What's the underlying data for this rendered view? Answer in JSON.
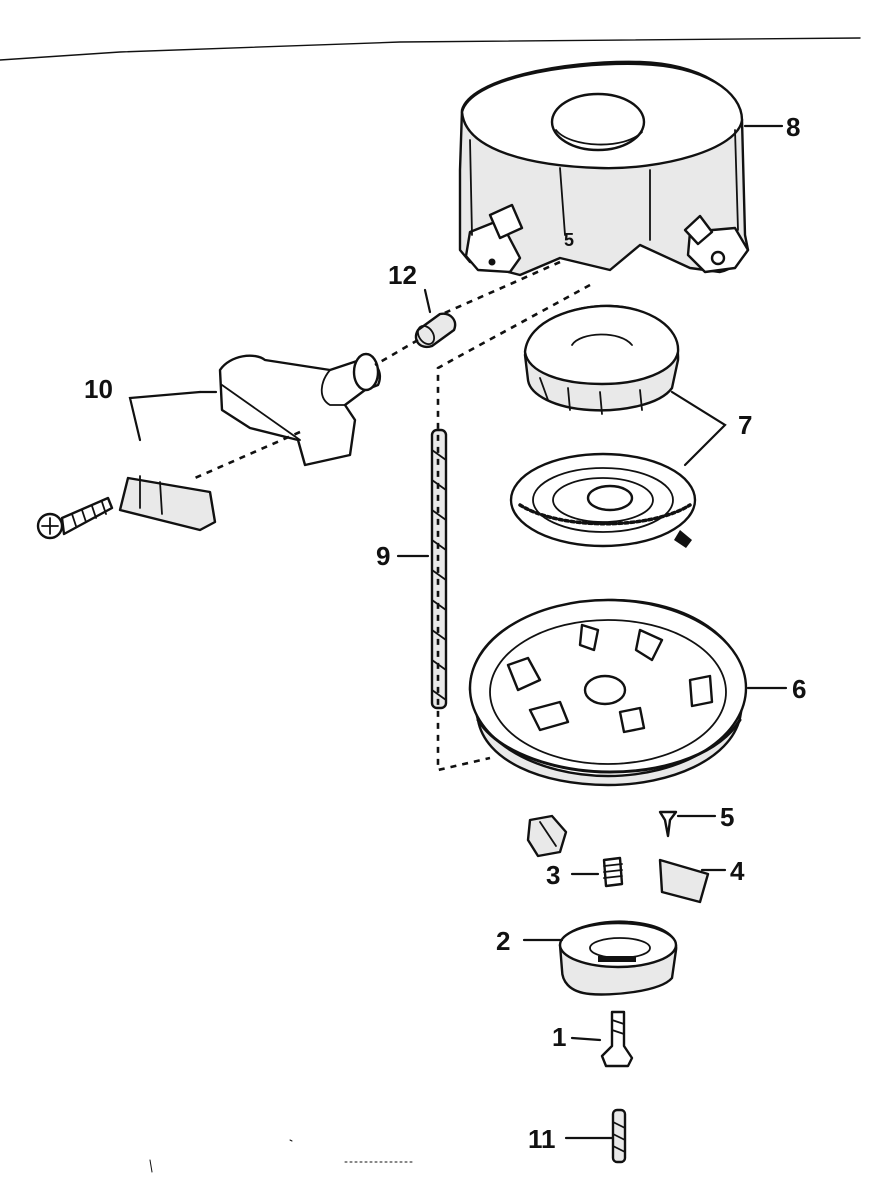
{
  "diagram": {
    "callouts": [
      {
        "id": "1",
        "label": "1"
      },
      {
        "id": "2",
        "label": "2"
      },
      {
        "id": "3",
        "label": "3"
      },
      {
        "id": "4",
        "label": "4"
      },
      {
        "id": "5",
        "label": "5"
      },
      {
        "id": "6",
        "label": "6"
      },
      {
        "id": "7",
        "label": "7"
      },
      {
        "id": "8",
        "label": "8"
      },
      {
        "id": "9",
        "label": "9"
      },
      {
        "id": "10",
        "label": "10"
      },
      {
        "id": "11",
        "label": "11"
      },
      {
        "id": "12",
        "label": "12"
      }
    ],
    "stamp_text": "5"
  }
}
